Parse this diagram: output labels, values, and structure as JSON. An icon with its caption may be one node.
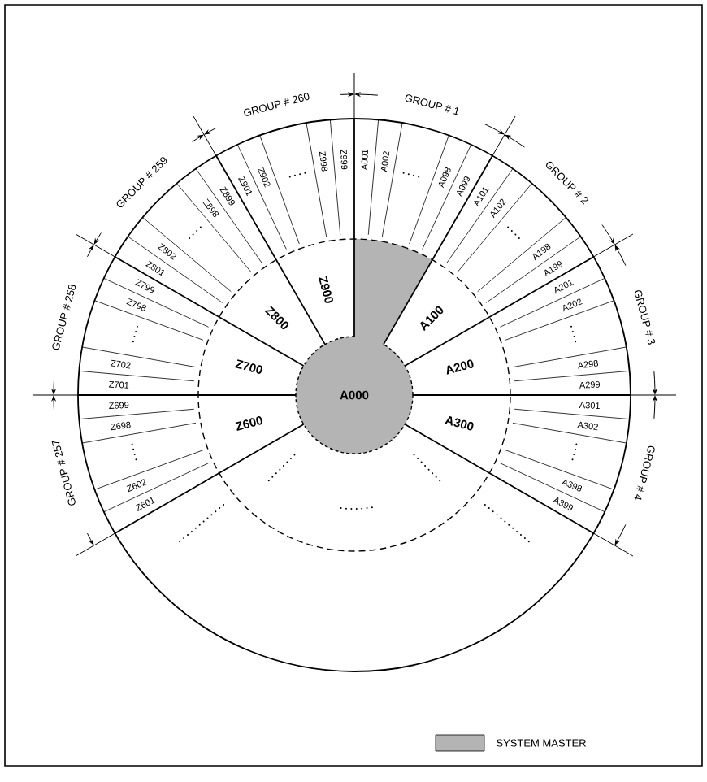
{
  "diagram": {
    "nodes": [
      {
        "text": [
          "A000"
        ]
      },
      {
        "text": [
          "A100"
        ]
      },
      {
        "text": [
          "A200"
        ]
      },
      {
        "text": [
          "A300"
        ]
      },
      {
        "text": [
          "Z600"
        ]
      },
      {
        "text": [
          "Z700"
        ]
      },
      {
        "text": [
          "Z800"
        ]
      },
      {
        "text": [
          "Z900"
        ]
      }
    ],
    "labels": [
      "GROUP # 1",
      "A001",
      "A002",
      "A098",
      "A099",
      "GROUP # 2",
      "A101",
      "A102",
      "A198",
      "A199",
      "GROUP # 3",
      "A201",
      "A202",
      "A298",
      "A299",
      "GROUP # 4",
      "A301",
      "A302",
      "A398",
      "A399",
      "GROUP # 260",
      "Z999",
      "Z998",
      "Z902",
      "Z901",
      "GROUP # 259",
      "Z899",
      "Z898",
      "Z802",
      "Z801",
      "GROUP # 258",
      "Z799",
      "Z798",
      "Z702",
      "Z701",
      "GROUP # 257",
      "Z699",
      "Z698",
      "Z602",
      "Z601"
    ],
    "legend": [
      {
        "text": "SYSTEM MASTER",
        "color": "#b4b4b4"
      }
    ]
  }
}
